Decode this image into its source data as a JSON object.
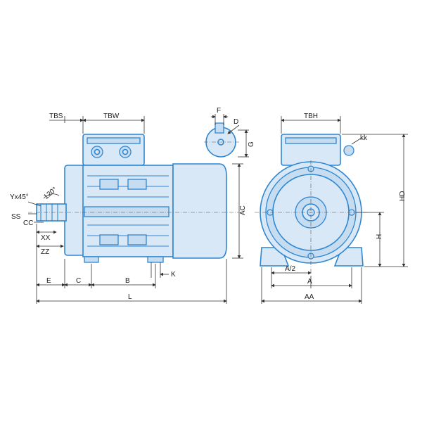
{
  "colors": {
    "outline": "#2f86d1",
    "fill": "#d8e8f7",
    "fill_dark": "#c6dcf1",
    "dimension": "#333333"
  },
  "labels": {
    "tbs": "TBS",
    "tbw": "TBW",
    "tbh": "TBH",
    "f": "F",
    "d": "D",
    "g": "G",
    "kk": "kk",
    "yx45": "Yx45°",
    "angle120": "120°",
    "ss": "SS",
    "cc": "CC",
    "xx": "XX",
    "zz": "ZZ",
    "e": "E",
    "c": "C",
    "b": "B",
    "k": "K",
    "l": "L",
    "ac": "AC",
    "hd": "HD",
    "h": "H",
    "a_half": "A/2",
    "a": "A",
    "aa": "AA"
  }
}
